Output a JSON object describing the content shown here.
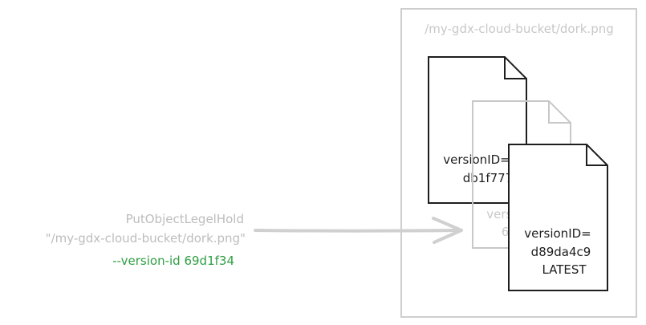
{
  "bucket": {
    "path": "/my-gdx-cloud-bucket/dork.png"
  },
  "command": {
    "name": "PutObjectLegelHold",
    "target": "\"/my-gdx-cloud-bucket/dork.png\"",
    "version_arg": "--version-id 69d1f34"
  },
  "versions": [
    {
      "label": "versionID=",
      "id": "db1f777",
      "tag": ""
    },
    {
      "label": "versionID=",
      "id": "69d1f34",
      "tag": ""
    },
    {
      "label": "versionID=",
      "id": "d89da4c9",
      "tag": "LATEST"
    }
  ],
  "colors": {
    "ink": "#1e1e1e",
    "faded": "#c8c8c8",
    "muted": "#bdbdbd",
    "accent": "#2f9e44"
  }
}
